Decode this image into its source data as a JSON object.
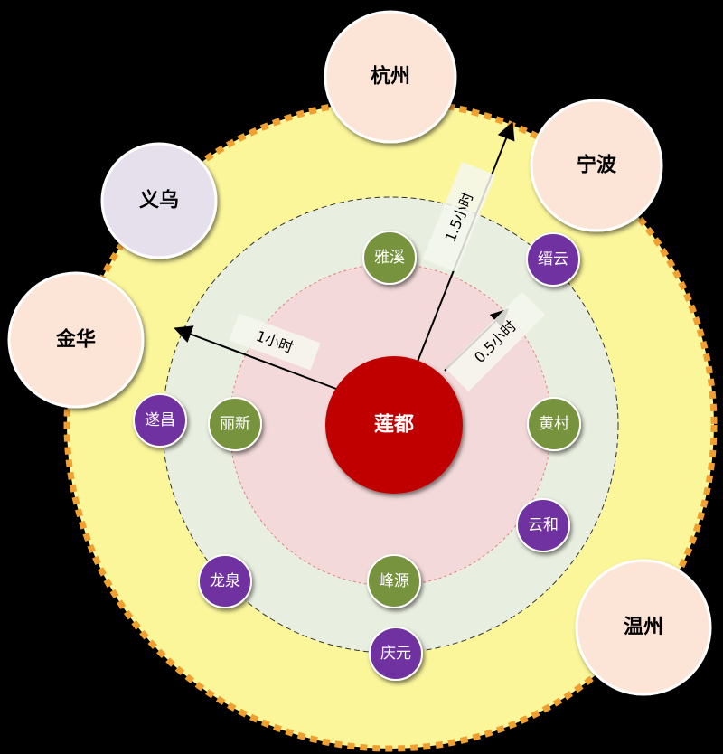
{
  "center": {
    "label": "莲都",
    "color": "#c00000"
  },
  "rings": {
    "inner": {
      "label": "0.5小时",
      "fill": "#f3d9d9"
    },
    "middle": {
      "label": "1小时",
      "fill": "#e9efe0"
    },
    "outer": {
      "label": "1.5小时",
      "fill": "#fbf69a",
      "border": "#f0a030"
    }
  },
  "colors": {
    "city_bubble": "#fce4d6",
    "city_bubble_alt": "#e6e0ec",
    "town_green": "#77933c",
    "town_purple": "#7030a0"
  },
  "cities": [
    {
      "id": "hangzhou",
      "label": "杭州"
    },
    {
      "id": "ningbo",
      "label": "宁波"
    },
    {
      "id": "yiwu",
      "label": "义乌"
    },
    {
      "id": "jinhua",
      "label": "金华"
    },
    {
      "id": "wenzhou",
      "label": "温州"
    }
  ],
  "towns": [
    {
      "id": "yaxi",
      "label": "雅溪",
      "type": "green"
    },
    {
      "id": "lixin",
      "label": "丽新",
      "type": "green"
    },
    {
      "id": "huangcun",
      "label": "黄村",
      "type": "green"
    },
    {
      "id": "fengyuan",
      "label": "峰源",
      "type": "green"
    },
    {
      "id": "jinyun",
      "label": "缙云",
      "type": "purple"
    },
    {
      "id": "suichang",
      "label": "遂昌",
      "type": "purple"
    },
    {
      "id": "yunhe",
      "label": "云和",
      "type": "purple"
    },
    {
      "id": "longquan",
      "label": "龙泉",
      "type": "purple"
    },
    {
      "id": "qingyuan",
      "label": "庆元",
      "type": "purple"
    }
  ]
}
